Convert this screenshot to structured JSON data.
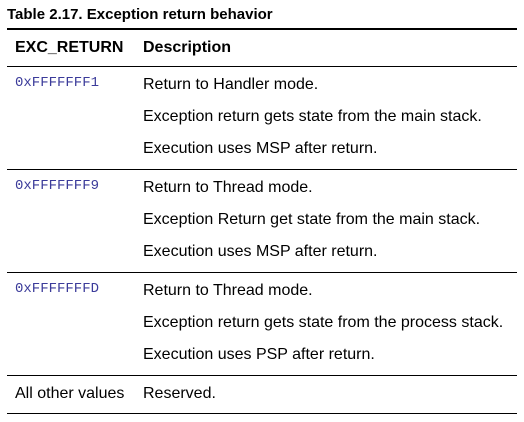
{
  "caption": "Table 2.17. Exception return behavior",
  "columns": {
    "exc_return": "EXC_RETURN",
    "description": "Description"
  },
  "rows": [
    {
      "value": "0xFFFFFFF1",
      "lines": [
        "Return to Handler mode.",
        "Exception return gets state from the main stack.",
        "Execution uses MSP after return."
      ]
    },
    {
      "value": "0xFFFFFFF9",
      "lines": [
        "Return to Thread mode.",
        "Exception Return get state from the main stack.",
        "Execution uses MSP after return."
      ]
    },
    {
      "value": "0xFFFFFFFD",
      "lines": [
        "Return to Thread mode.",
        "Exception return gets state from the process stack.",
        "Execution uses PSP after return."
      ]
    },
    {
      "value": "All other values",
      "lines": [
        "Reserved."
      ]
    }
  ],
  "colors": {
    "code_text": "#3b3b9a",
    "text": "#000000",
    "rules": "#000000"
  }
}
